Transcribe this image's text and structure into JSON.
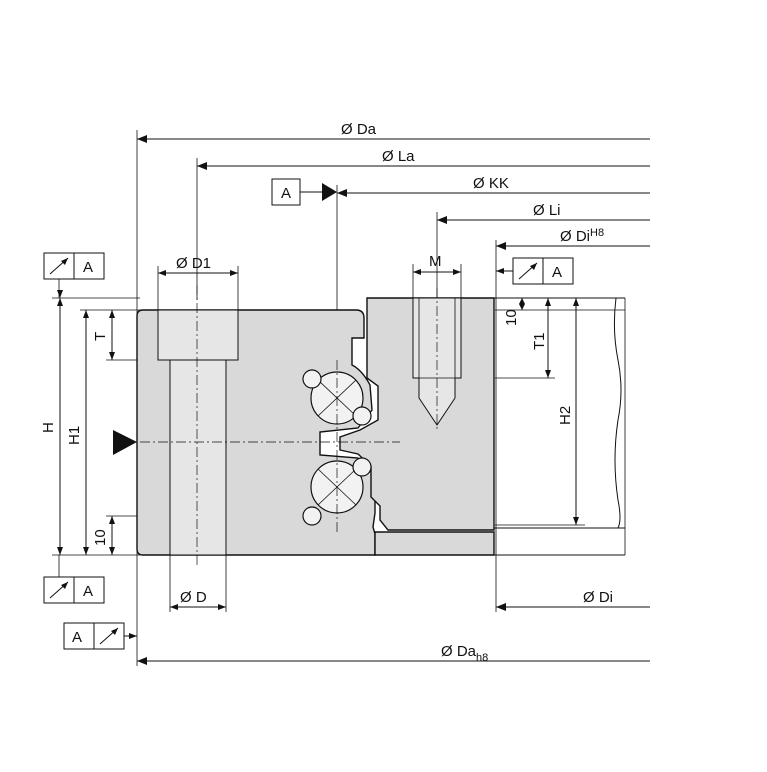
{
  "dimensions": {
    "da": "Ø Da",
    "la": "Ø La",
    "kk": "Ø KK",
    "li": "Ø Li",
    "di_h8": "Ø Di",
    "di_h8_sup": "H8",
    "d1": "Ø D1",
    "m": "M",
    "d": "Ø D",
    "di": "Ø Di",
    "da_h8": "Ø Da",
    "da_h8_sub": "h8",
    "h": "H",
    "h1": "H1",
    "t": "T",
    "t1": "T1",
    "h2": "H2",
    "ten_top": "10",
    "ten_bottom": "10"
  },
  "datum": "A"
}
